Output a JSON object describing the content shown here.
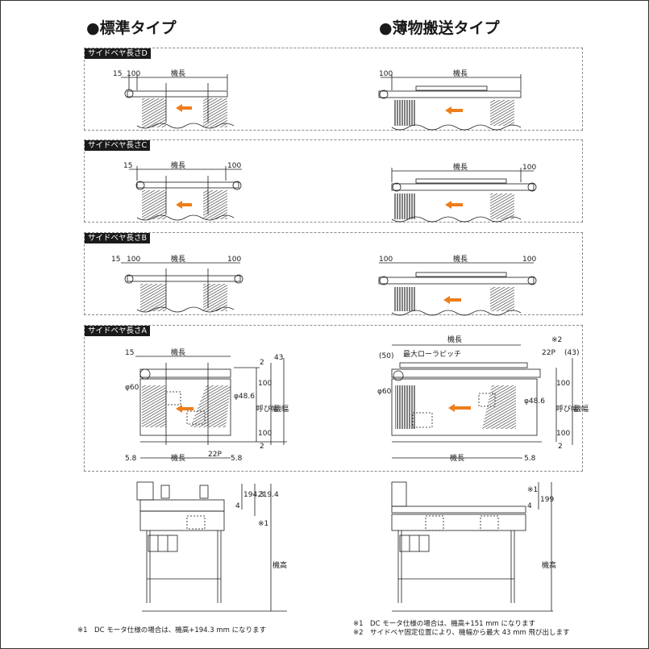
{
  "headings": {
    "standard": "●標準タイプ",
    "thin": "●薄物搬送タイプ"
  },
  "panels": [
    {
      "label": "サイドベヤ長さD"
    },
    {
      "label": "サイドベヤ長さC"
    },
    {
      "label": "サイドベヤ長さB"
    },
    {
      "label": "サイドベヤ長さA"
    }
  ],
  "dims": {
    "kicho": "機長",
    "d15": "15",
    "d100": "100",
    "d2": "2",
    "d43": "43",
    "d43p": "(43)",
    "d50p": "(50)",
    "phi60": "φ60",
    "phi48": "φ48.6",
    "d22p": "22P",
    "d58": "5.8",
    "yobi": "呼び幅",
    "kifuku": "機幅",
    "max_pitch": "最大ローラピッチ",
    "star2": "※2",
    "star1": "※1",
    "d194": "194.3",
    "d2194": "219.4",
    "d4": "4",
    "d199": "199",
    "kiko": "機高"
  },
  "notes": {
    "left": "※1　DC モータ仕様の場合は、機高+194.3 mm になります",
    "right_1": "※1　DC モータ仕様の場合は、機高+151 mm になります",
    "right_2": "※2　サイドベヤ固定位置により、機幅から最大 43 mm 飛び出します"
  },
  "colors": {
    "arrow": "#ee7d1b",
    "line": "#1a1a1a",
    "hatch": "#2a2a2a"
  }
}
